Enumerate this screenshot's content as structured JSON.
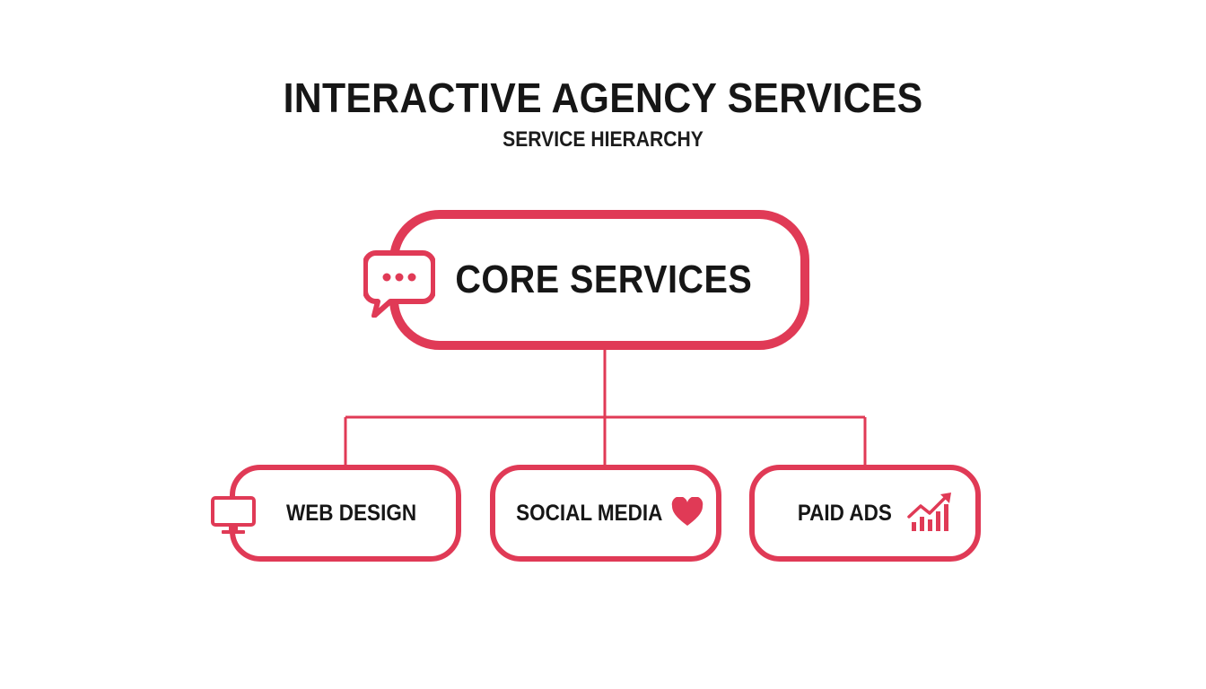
{
  "header": {
    "title": "INTERACTIVE AGENCY SERVICES",
    "subtitle": "SERVICE HIERARCHY"
  },
  "hierarchy": {
    "root": {
      "label": "CORE SERVICES",
      "icon": "chat-bubble-icon"
    },
    "children": [
      {
        "label": "WEB DESIGN",
        "icon": "monitor-icon"
      },
      {
        "label": "SOCIAL MEDIA",
        "icon": "heart-icon"
      },
      {
        "label": "PAID ADS",
        "icon": "bar-chart-trend-icon"
      }
    ]
  },
  "colors": {
    "accent": "#e03a56",
    "text": "#161616",
    "background": "#ffffff"
  }
}
